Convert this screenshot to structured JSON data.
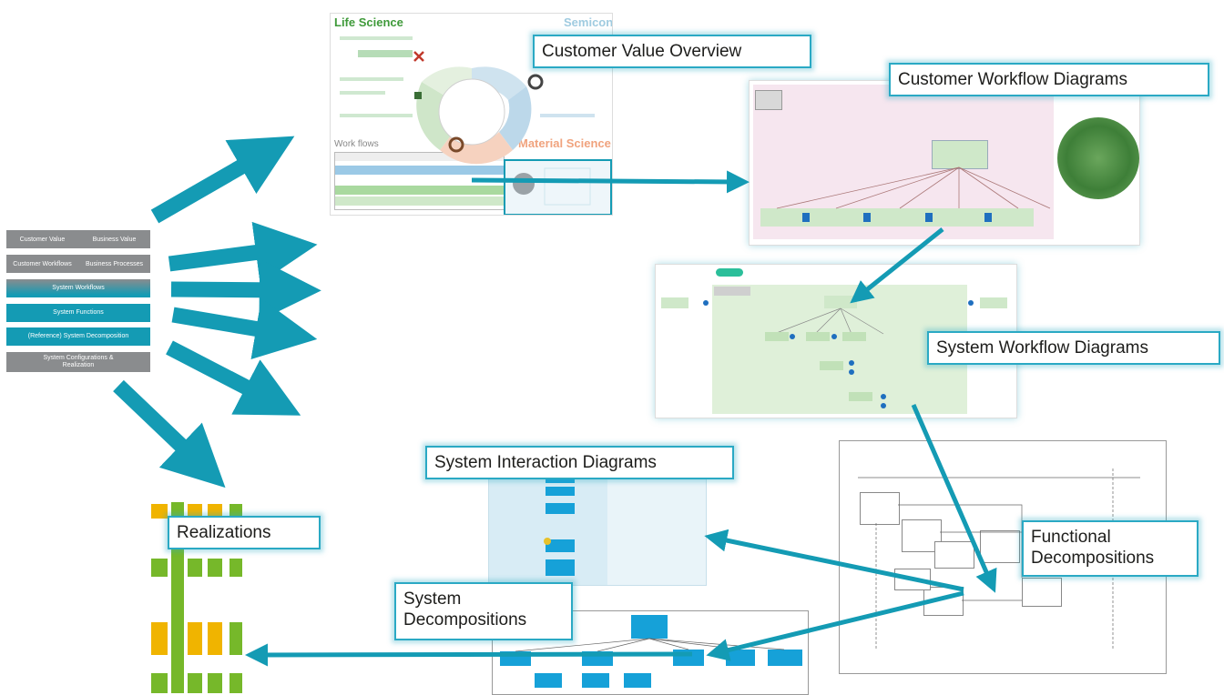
{
  "stack": {
    "row1": {
      "left": "Customer Value",
      "right": "Business Value"
    },
    "row2": {
      "left": "Customer Workflows",
      "right": "Business Processes"
    },
    "row3": "System Workflows",
    "row4": "System Functions",
    "row5": "(Reference) System Decomposition",
    "row6a": "System Configurations &",
    "row6b": "Realization"
  },
  "callouts": {
    "customer_value_overview": "Customer Value Overview",
    "customer_workflow_diagrams": "Customer Workflow Diagrams",
    "system_workflow_diagrams": "System Workflow Diagrams",
    "system_interaction_diagrams": "System Interaction Diagrams",
    "realizations": "Realizations",
    "functional_decompositions_1": "Functional",
    "functional_decompositions_2": "Decompositions",
    "system_decompositions_1": "System",
    "system_decompositions_2": "Decompositions"
  },
  "thumb_text": {
    "life_science": "Life Science",
    "semicon": "Semicon",
    "material_science": "Material Science",
    "work_flows": "Work flows"
  },
  "colors": {
    "arrow": "#149bb4",
    "callout_border": "#2aa9c4",
    "stack_gray": "#8a8c8e",
    "stack_teal": "#149bb4"
  }
}
